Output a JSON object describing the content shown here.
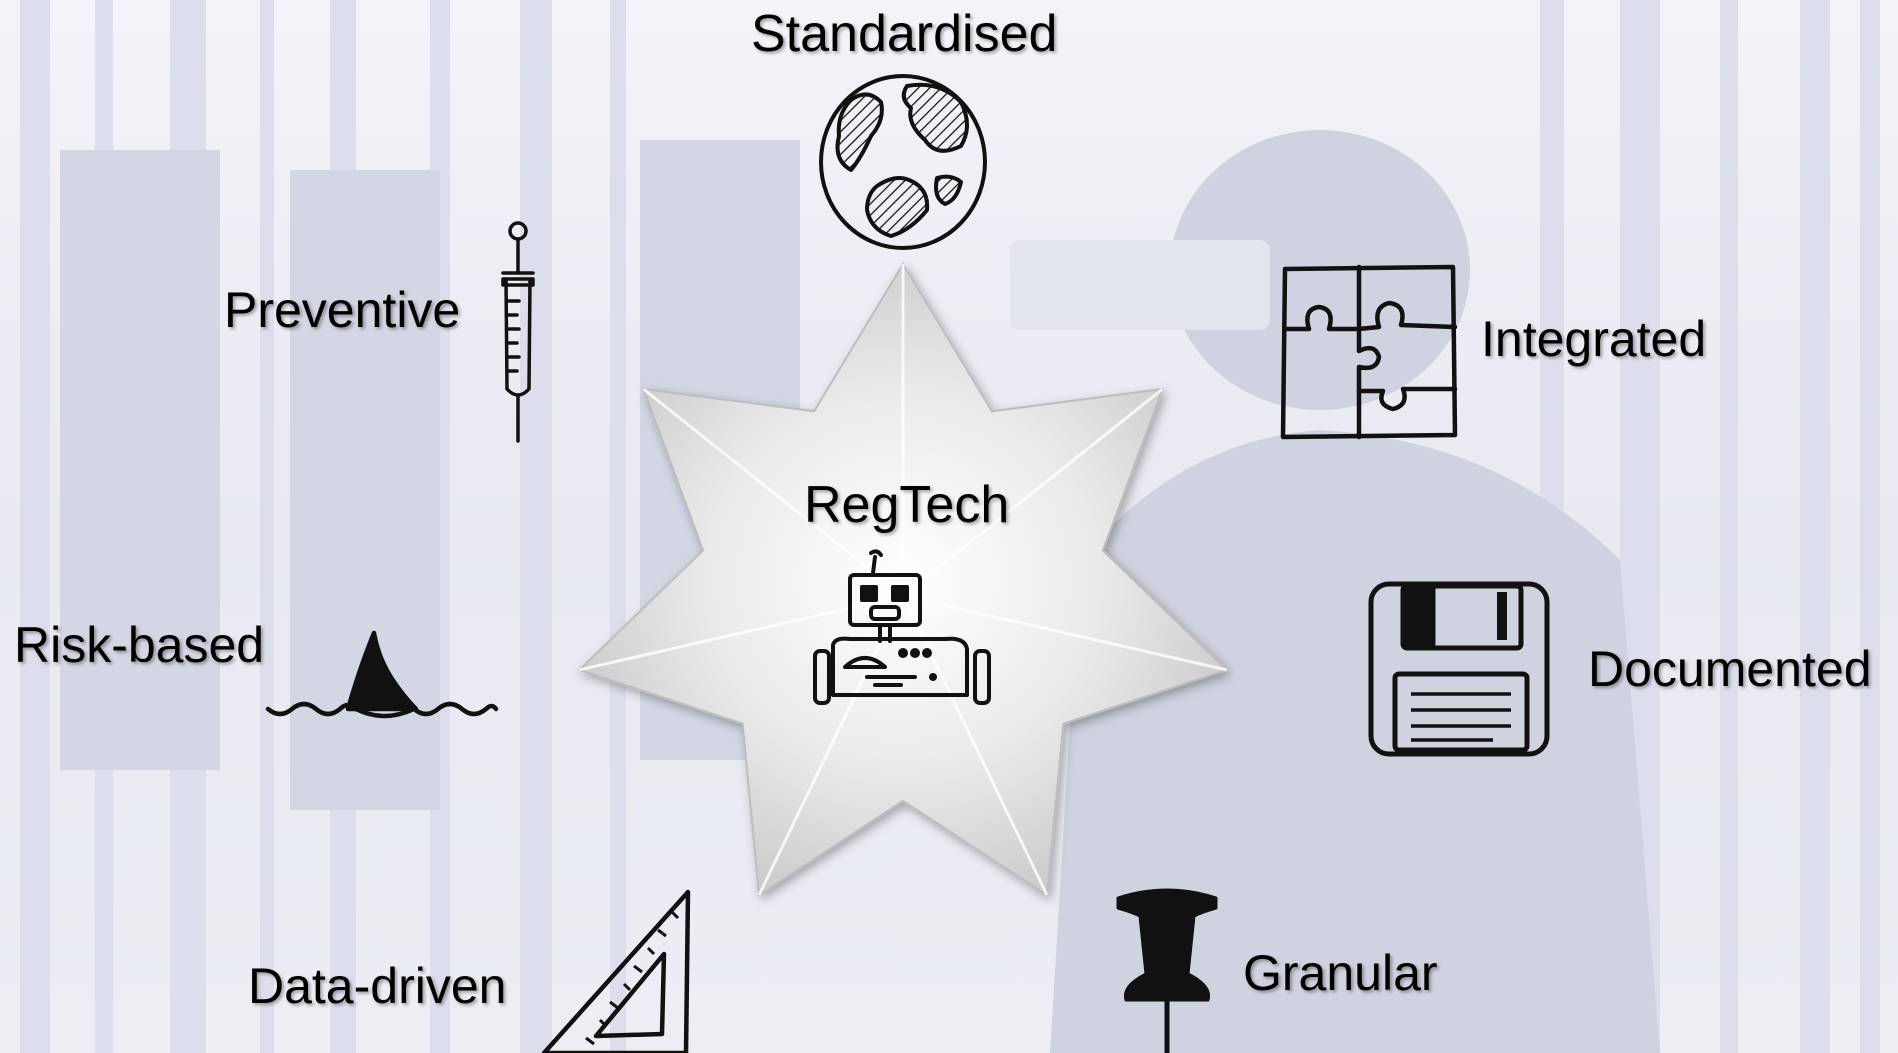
{
  "center": {
    "label": "RegTech",
    "icon": "robot-icon"
  },
  "attributes": [
    {
      "id": "standardised",
      "label": "Standardised",
      "icon": "globe-icon"
    },
    {
      "id": "integrated",
      "label": "Integrated",
      "icon": "puzzle-icon"
    },
    {
      "id": "documented",
      "label": "Documented",
      "icon": "floppy-disk-icon"
    },
    {
      "id": "granular",
      "label": "Granular",
      "icon": "pushpin-icon"
    },
    {
      "id": "data-driven",
      "label": "Data-driven",
      "icon": "set-square-icon"
    },
    {
      "id": "risk-based",
      "label": "Risk-based",
      "icon": "shark-fin-icon"
    },
    {
      "id": "preventive",
      "label": "Preventive",
      "icon": "syringe-icon"
    }
  ],
  "colors": {
    "background": "#e9ebf3",
    "star": "#e6e6e6",
    "text": "#000000"
  }
}
